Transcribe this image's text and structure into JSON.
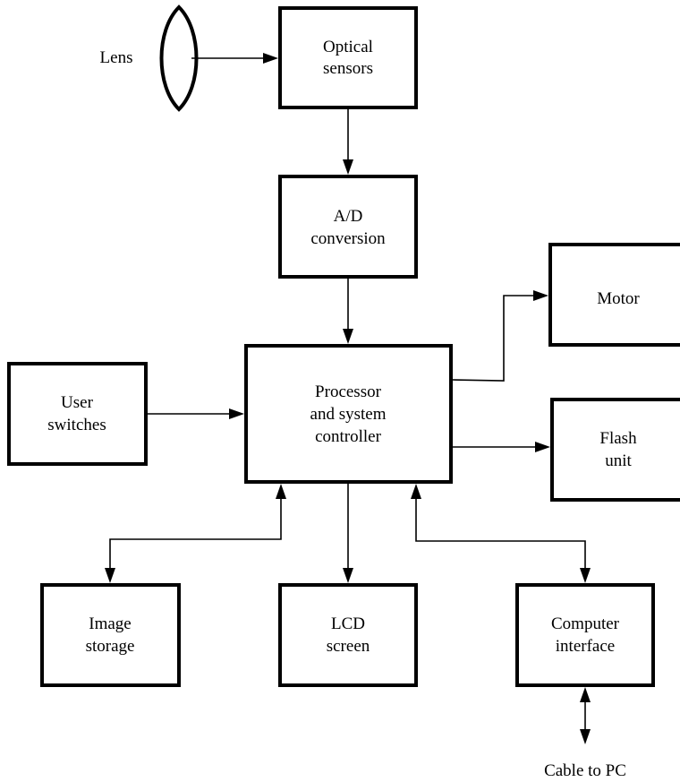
{
  "blocks": {
    "optical_sensors": [
      "Optical",
      "sensors"
    ],
    "ad_conversion": [
      "A/D",
      "conversion"
    ],
    "motor": [
      "Motor"
    ],
    "user_switches": [
      "User",
      "switches"
    ],
    "processor": [
      "Processor",
      "and system",
      "controller"
    ],
    "flash_unit": [
      "Flash",
      "unit"
    ],
    "image_storage": [
      "Image",
      "storage"
    ],
    "lcd_screen": [
      "LCD",
      "screen"
    ],
    "computer_interface": [
      "Computer",
      "interface"
    ]
  },
  "labels": {
    "lens": "Lens",
    "cable": "Cable to PC"
  }
}
